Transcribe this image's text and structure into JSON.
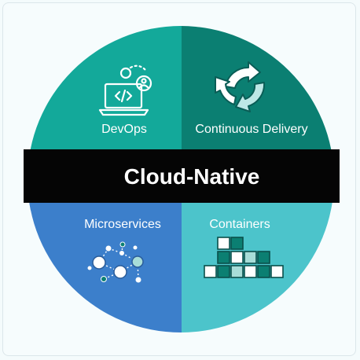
{
  "title": "Cloud-Native",
  "quadrants": {
    "devops": {
      "label": "DevOps",
      "color": "#13a99a"
    },
    "delivery": {
      "label": "Continuous Delivery",
      "color": "#0b7f72"
    },
    "microservices": {
      "label": "Microservices",
      "color": "#3c7fcb"
    },
    "containers": {
      "label": "Containers",
      "color": "#4cc4cb"
    }
  },
  "band_color": "#050505",
  "icons": {
    "devops": "laptop-code-users-icon",
    "delivery": "refresh-cycle-icon",
    "microservices": "network-nodes-icon",
    "containers": "container-blocks-icon"
  }
}
